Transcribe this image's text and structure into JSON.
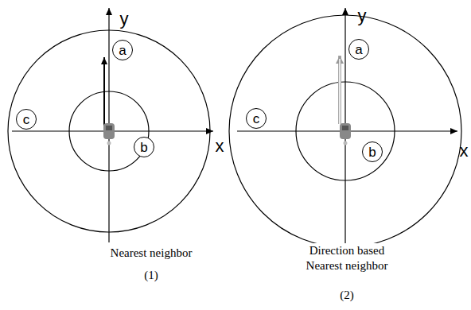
{
  "diagram": {
    "nodes": [
      {
        "text": [
          "a"
        ]
      },
      {
        "text": [
          "b"
        ]
      },
      {
        "text": [
          "c"
        ]
      },
      {
        "text": [
          "a"
        ]
      },
      {
        "text": [
          "b"
        ]
      },
      {
        "text": [
          "c"
        ]
      }
    ],
    "labels": [
      "y",
      "x",
      "Nearest neighbor",
      "(1)",
      "y",
      "x",
      "Direction based Nearest neighbor",
      "(2)"
    ]
  }
}
